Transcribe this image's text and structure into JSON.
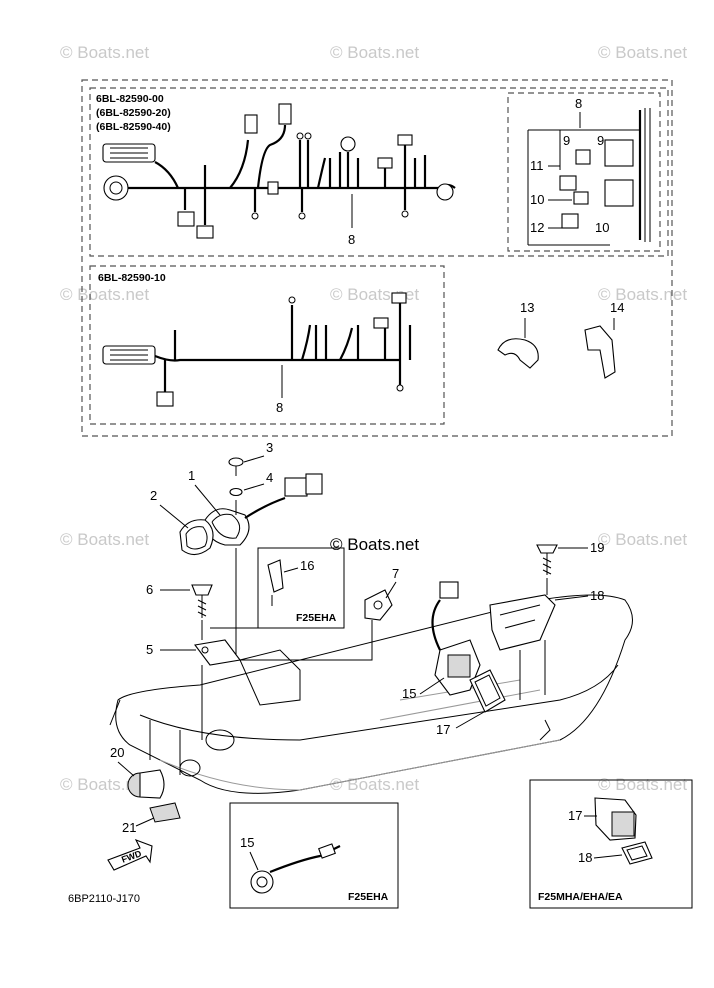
{
  "watermark": "© Boats.net",
  "center_watermark": "© Boats.net",
  "harness_top": {
    "part_numbers": [
      "6BL-82590-00",
      "(6BL-82590-20)",
      "(6BL-82590-40)"
    ],
    "callout": "8"
  },
  "harness_bottom": {
    "part_number": "6BL-82590-10",
    "callout": "8"
  },
  "connector_detail": {
    "callouts": [
      "8",
      "9",
      "9",
      "11",
      "10",
      "12",
      "10"
    ]
  },
  "clips": {
    "left": "13",
    "right": "14"
  },
  "main_callouts": [
    "1",
    "2",
    "3",
    "4",
    "5",
    "6",
    "7",
    "15",
    "17",
    "18",
    "19",
    "20",
    "21"
  ],
  "inset_f25eha_top": {
    "callout": "16",
    "label": "F25EHA"
  },
  "inset_f25eha_bottom": {
    "callout": "15",
    "label": "F25EHA"
  },
  "inset_f25mha": {
    "callouts": [
      "17",
      "18"
    ],
    "label": "F25MHA/EHA/EA"
  },
  "fwd_arrow": "FWD",
  "diagram_code": "6BP2110-J170"
}
